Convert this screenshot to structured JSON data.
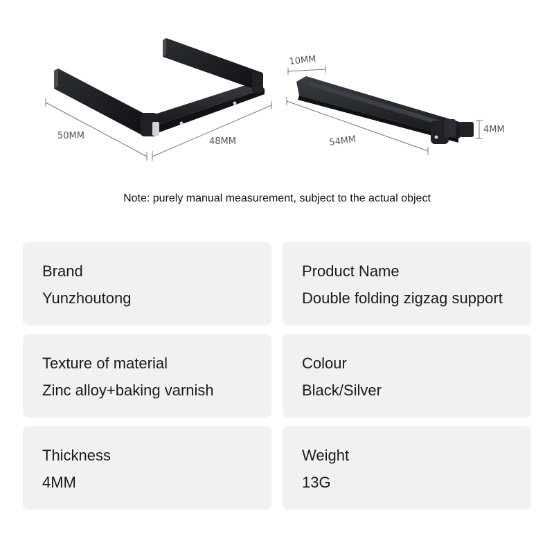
{
  "dimensions": {
    "open_width": "50MM",
    "open_length": "48MM",
    "folded_height": "10MM",
    "folded_length": "54MM",
    "folded_thickness": "4MM"
  },
  "note": "Note: purely manual measurement, subject to the actual object",
  "specs": [
    {
      "label": "Brand",
      "value": "Yunzhoutong"
    },
    {
      "label": "Product Name",
      "value": "Double folding zigzag support"
    },
    {
      "label": "Texture of material",
      "value": "Zinc alloy+baking varnish"
    },
    {
      "label": "Colour",
      "value": "Black/Silver"
    },
    {
      "label": "Thickness",
      "value": "4MM"
    },
    {
      "label": "Weight",
      "value": "13G"
    }
  ],
  "colors": {
    "card_background": "#f1f1f1",
    "product_color": "#1c1e22"
  }
}
